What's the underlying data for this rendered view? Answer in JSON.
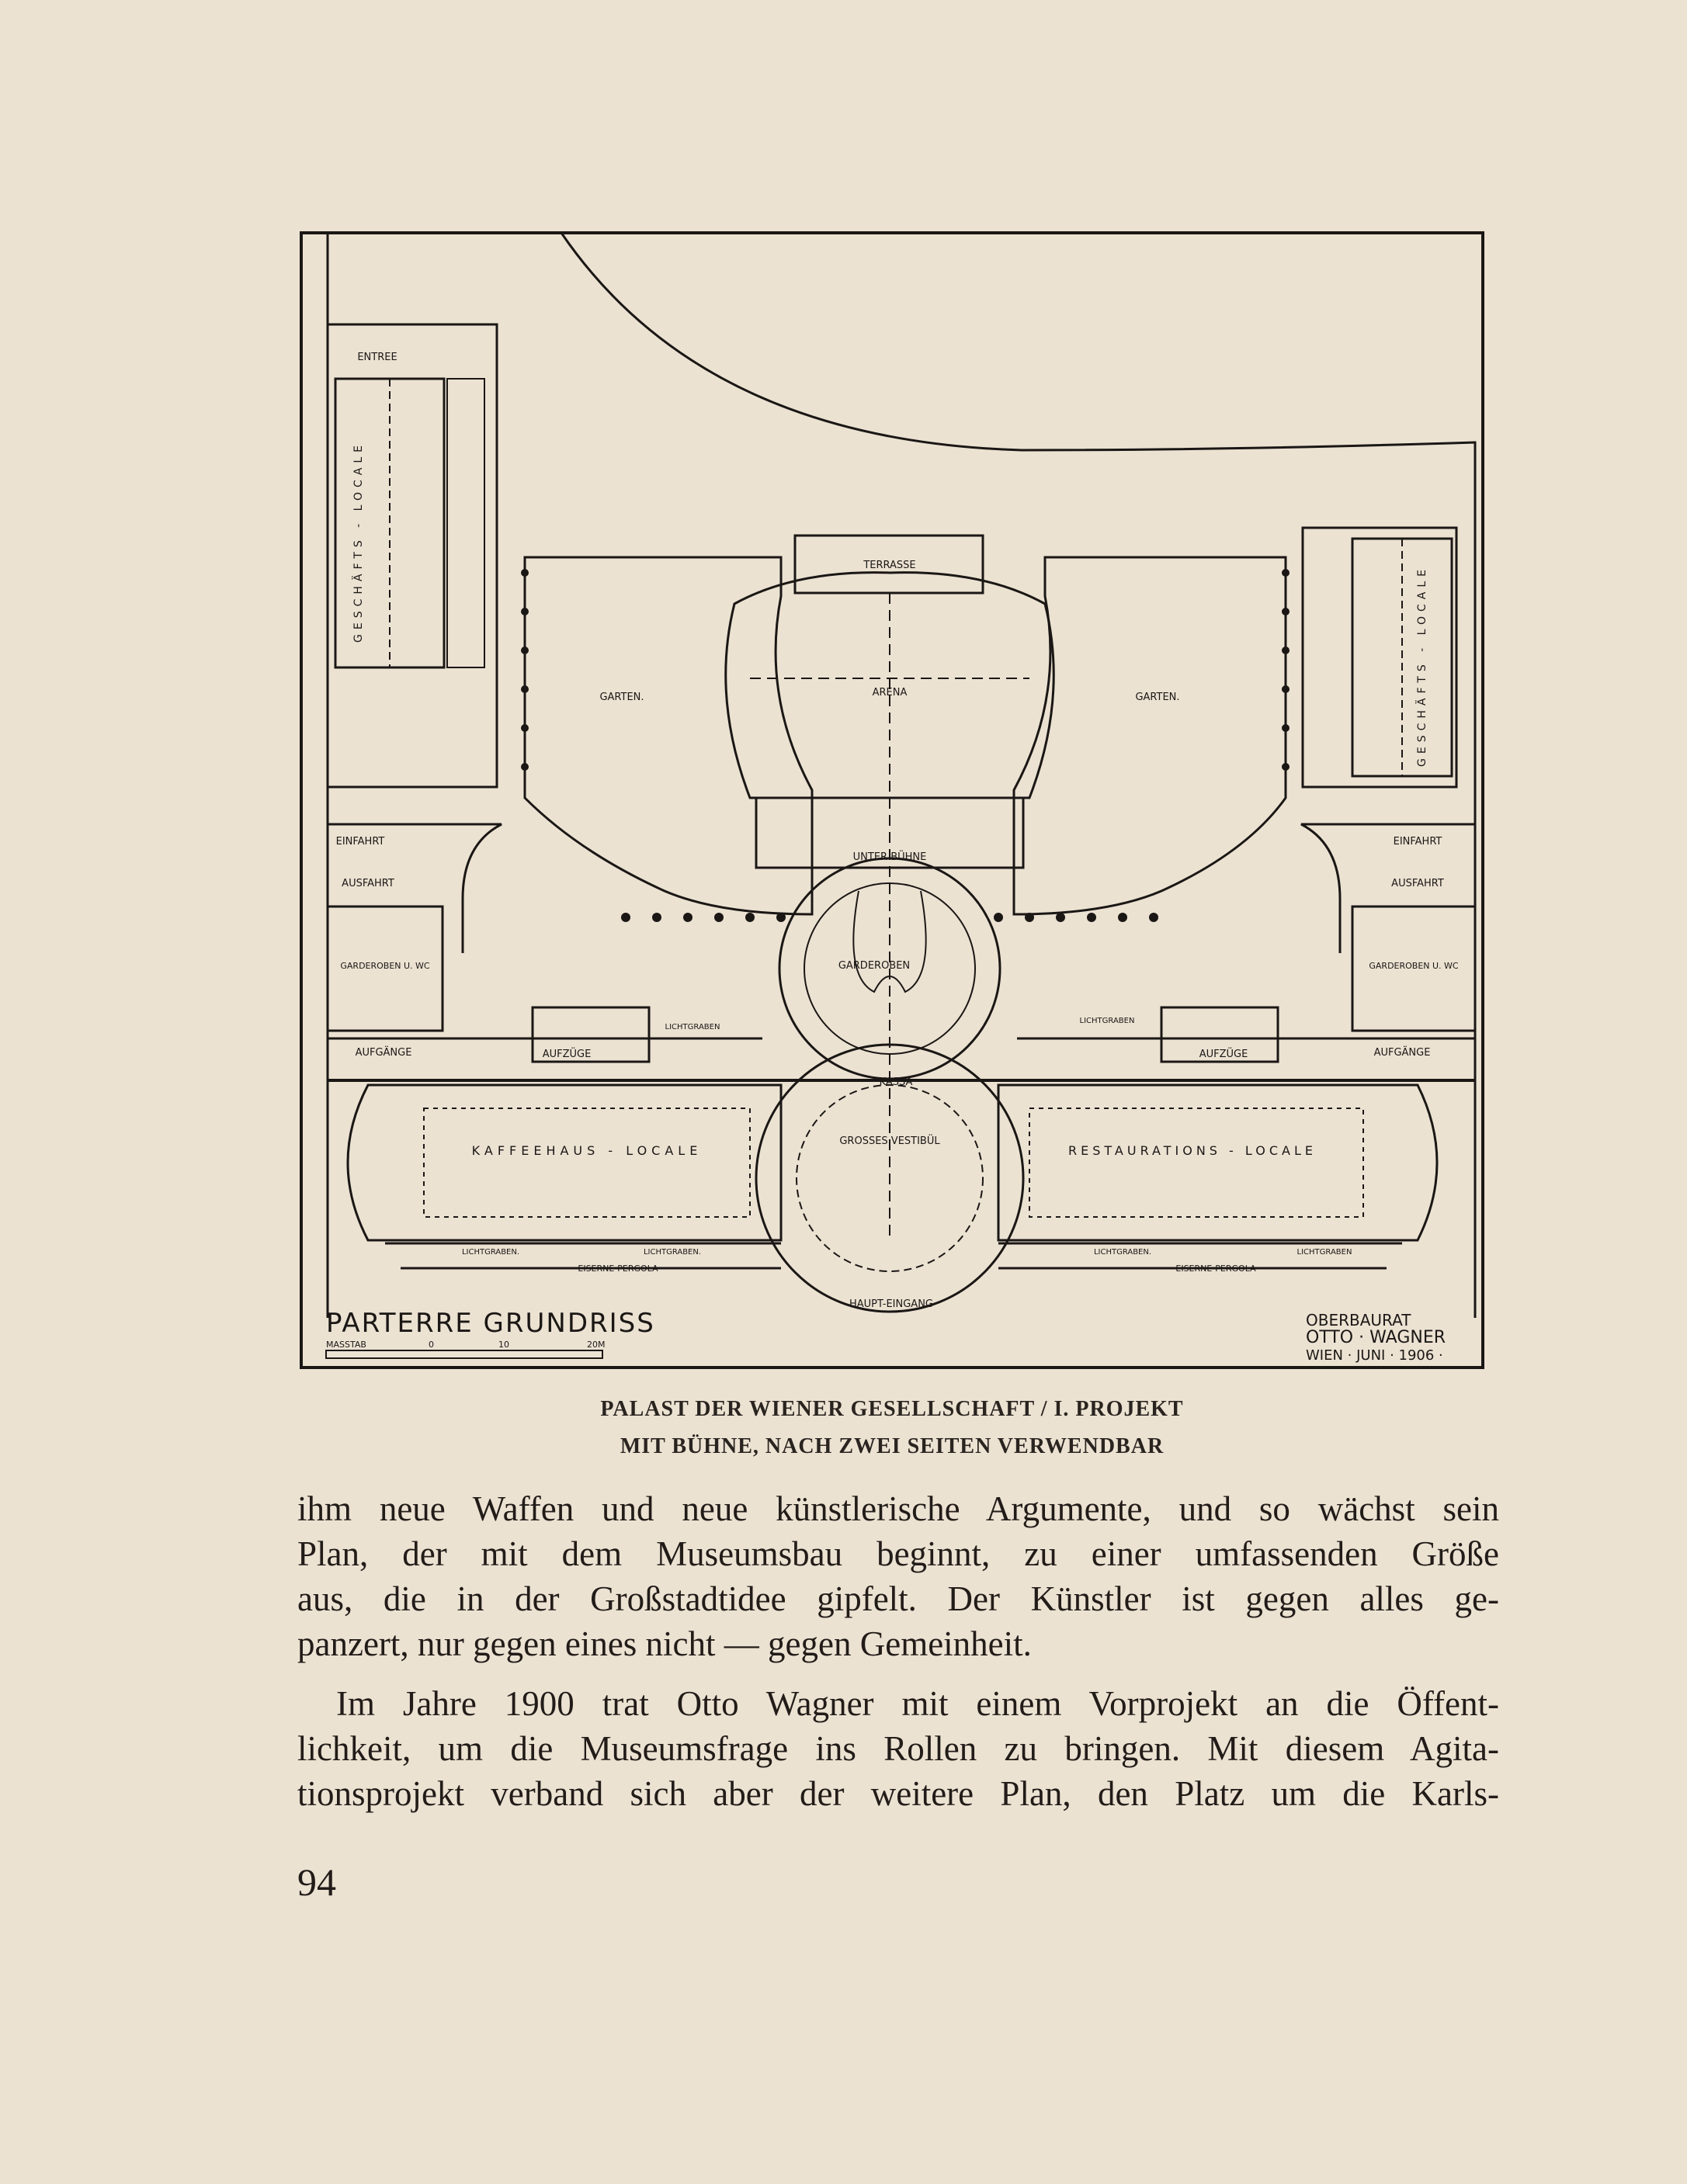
{
  "plan": {
    "title": "PARTERRE GRUNDRISS",
    "scale_label": "MASSTAB",
    "scale_marks": [
      "0",
      "10",
      "20M"
    ],
    "signature": [
      "OBERBAURAT",
      "OTTO · WAGNER",
      "WIEN · JUNI · 1906 ·"
    ],
    "rooms": {
      "terrasse": "TERRASSE",
      "arena": "ARENA",
      "garten_left": "GARTEN.",
      "garten_right": "GARTEN.",
      "unterbuehne": "UNTER BÜHNE",
      "garderoben_center": "GARDEROBEN",
      "kassa": "KASSA",
      "vestibuel": "GROSSES VESTIBÜL",
      "kaffeehaus": "KAFFEEHAUS - LOCALE",
      "restaurations": "RESTAURATIONS - LOCALE",
      "haupteingang": "HAUPT-EINGANG",
      "geschaefts_left": "GESCHÄFTS - LOCALE",
      "geschaefts_right": "GESCHÄFTS - LOCALE",
      "entree": "ENTREE",
      "einfahrt_left": "EINFAHRT",
      "einfahrt_right": "EINFAHRT",
      "ausfahrt_left": "AUSFAHRT",
      "ausfahrt_right": "AUSFAHRT",
      "garderoben_left": "GARDEROBEN U. WC",
      "garderoben_right": "GARDEROBEN U. WC",
      "aufgaenge_left": "AUFGÄNGE",
      "aufgaenge_right": "AUFGÄNGE",
      "aufzuege_left": "AUFZÜGE",
      "aufzuege_right": "AUFZÜGE",
      "lichtgraben_left": "LICHTGRABEN",
      "lichtgraben_right": "LICHTGRABEN",
      "lichtgraben_bl1": "LICHTGRABEN.",
      "lichtgraben_bl2": "LICHTGRABEN.",
      "lichtgraben_br1": "LICHTGRABEN.",
      "lichtgraben_br2": "LICHTGRABEN",
      "pergola_left": "EISERNE-PERGOLA",
      "pergola_right": "EISERNE-PERGOLA"
    }
  },
  "caption": {
    "line1": "PALAST DER WIENER GESELLSCHAFT / I. PROJEKT",
    "line2": "MIT BÜHNE, NACH ZWEI SEITEN VERWENDBAR"
  },
  "body": {
    "para1": [
      "ihm neue Waffen und neue künstlerische Argumente, und so wächst sein",
      "Plan, der mit dem Museumsbau beginnt, zu einer umfassenden Größe",
      "aus, die in der Großstadtidee gipfelt. Der Künstler ist gegen alles ge-",
      "panzert, nur gegen eines nicht — gegen Gemeinheit."
    ],
    "para2": [
      "Im Jahre 1900 trat Otto Wagner mit einem Vorprojekt an die Öffent-",
      "lichkeit, um die Museumsfrage ins Rollen zu bringen. Mit diesem Agita-",
      "tionsprojekt verband sich aber der weitere Plan, den Platz um die Karls-"
    ]
  },
  "page_number": "94"
}
